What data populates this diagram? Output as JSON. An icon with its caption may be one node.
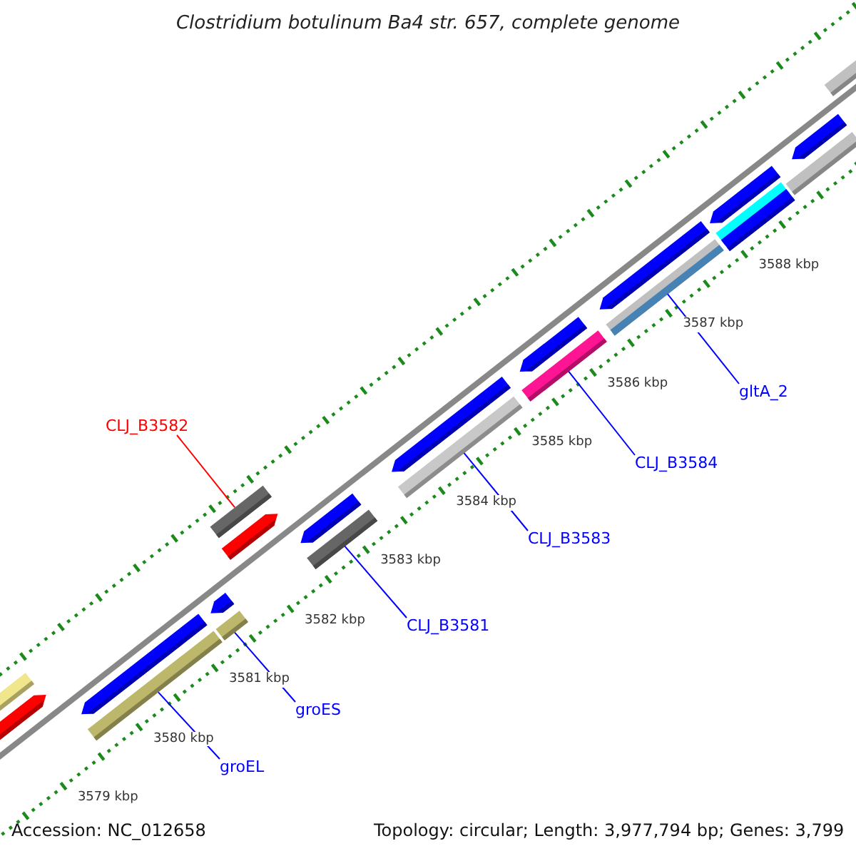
{
  "diagram": {
    "title": "Clostridium botulinum Ba4 str. 657, complete genome",
    "nodes": [
      {
        "text": [
          "CLJ_B3582"
        ]
      },
      {
        "text": [],
        "shape": "bar"
      },
      {
        "text": [
          "CLJ_B3581"
        ]
      },
      {
        "text": [],
        "shape": "bar"
      },
      {
        "text": [
          "CLJ_B3583"
        ]
      },
      {
        "text": [],
        "shape": "bar"
      },
      {
        "text": [
          "CLJ_B3584"
        ]
      },
      {
        "text": [],
        "shape": "bar"
      },
      {
        "text": [
          "gltA_2"
        ]
      },
      {
        "text": [],
        "shape": "bar"
      },
      {
        "text": [
          "groES"
        ]
      },
      {
        "text": [],
        "shape": "bar"
      },
      {
        "text": [
          "groEL"
        ]
      },
      {
        "text": [],
        "shape": "bar"
      }
    ],
    "edges": [
      {
        "from": 0,
        "to": 1,
        "arrow": "none",
        "color": "#ff0000"
      },
      {
        "from": 2,
        "to": 3,
        "arrow": "none"
      },
      {
        "from": 4,
        "to": 5,
        "arrow": "none"
      },
      {
        "from": 6,
        "to": 7,
        "arrow": "none"
      },
      {
        "from": 8,
        "to": 9,
        "arrow": "none"
      },
      {
        "from": 10,
        "to": 11,
        "arrow": "none"
      },
      {
        "from": 12,
        "to": 13,
        "arrow": "none"
      }
    ],
    "labels": [
      "3579 kbp",
      "3580 kbp",
      "3581 kbp",
      "3582 kbp",
      "3583 kbp",
      "3584 kbp",
      "3585 kbp",
      "3586 kbp",
      "3587 kbp",
      "3588 kbp",
      "Accession: NC_012658",
      "Topology: circular; Length: 3,977,794 bp; Genes: 3,799"
    ]
  }
}
